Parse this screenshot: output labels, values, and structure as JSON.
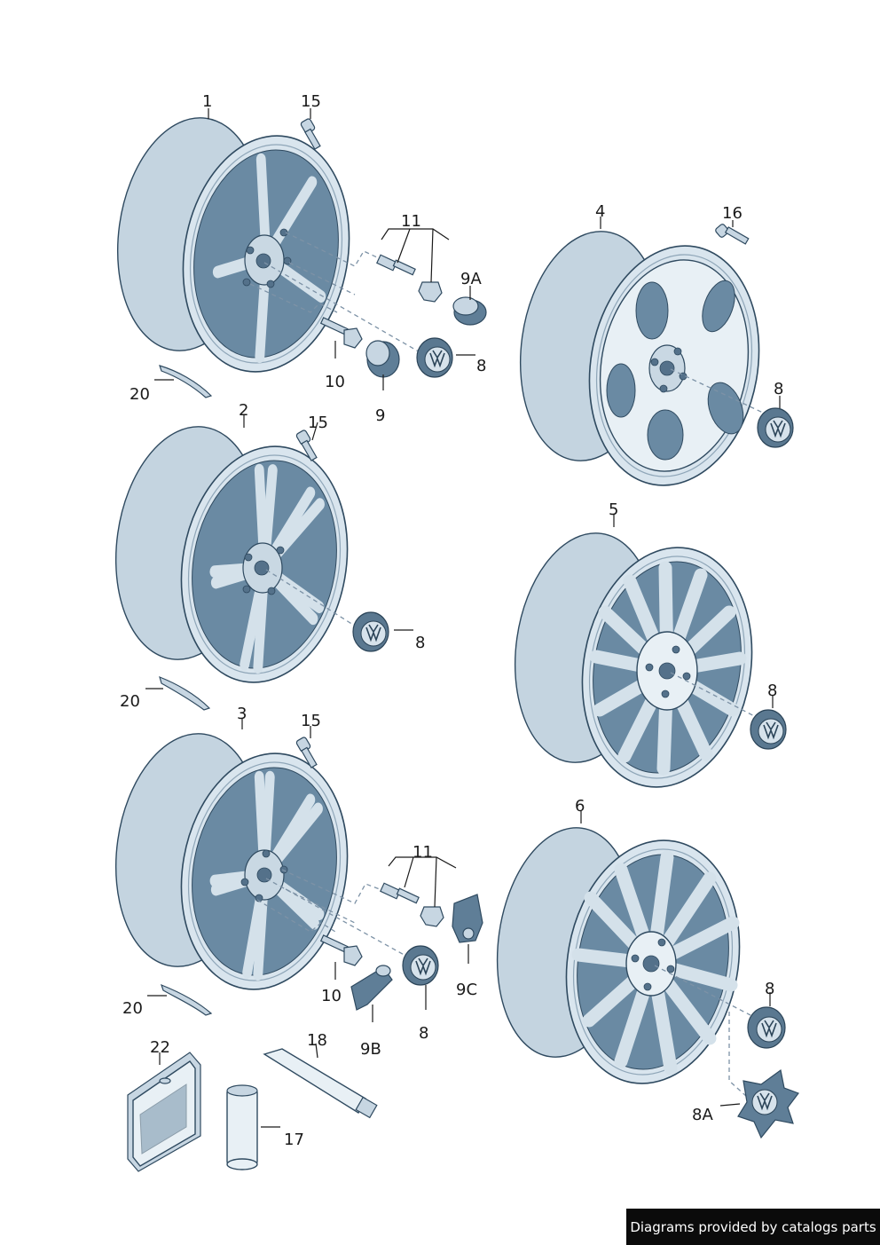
{
  "callouts": {
    "c1": "1",
    "c2": "2",
    "c3": "3",
    "c4": "4",
    "c5": "5",
    "c6": "6",
    "c8a": "8",
    "c8b": "8",
    "c8c": "8",
    "c8d": "8",
    "c8e": "8",
    "c8f": "8",
    "c8A": "8A",
    "c9": "9",
    "c9A": "9A",
    "c9B": "9B",
    "c9C": "9C",
    "c10a": "10",
    "c10b": "10",
    "c11a": "11",
    "c11b": "11",
    "c15a": "15",
    "c15b": "15",
    "c15c": "15",
    "c16": "16",
    "c17": "17",
    "c18": "18",
    "c20a": "20",
    "c20b": "20",
    "c20c": "20",
    "c22": "22"
  },
  "footer": {
    "text": "Diagrams provided by catalogs parts"
  },
  "colors": {
    "line": "#2f4a60",
    "face": "#e8f0f5",
    "shade": "#6a8aa3",
    "banner": "#0b0b0b"
  }
}
